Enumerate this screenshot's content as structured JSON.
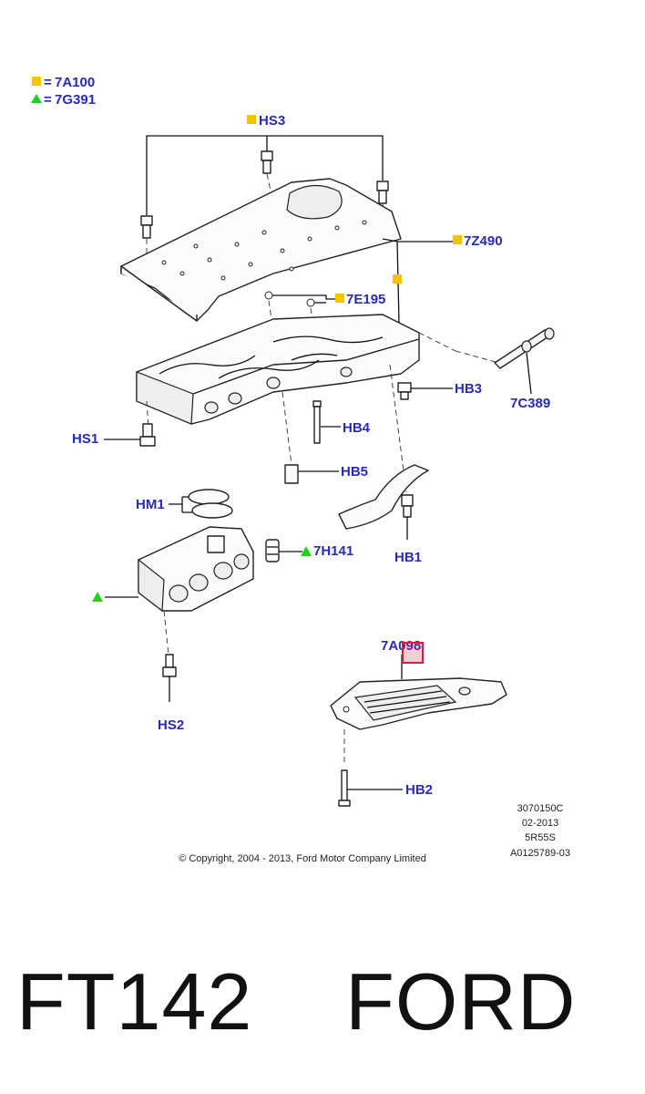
{
  "legend": {
    "square_code": "7A100",
    "triangle_code": "7G391",
    "eq": "="
  },
  "labels": {
    "hs3": "HS3",
    "z490": "7Z490",
    "e195": "7E195",
    "hs1": "HS1",
    "hb4": "HB4",
    "hb3": "HB3",
    "c389": "7C389",
    "hb5": "HB5",
    "hm1": "HM1",
    "h141": "7H141",
    "hb1": "HB1",
    "a098": "7A098",
    "hs2": "HS2",
    "hb2": "HB2"
  },
  "ref": {
    "line1": "3070150C",
    "line2": "02-2013",
    "line3": "5R55S",
    "line4": "A0125789-03"
  },
  "copyright": "© Copyright, 2004 - 2013, Ford Motor Company Limited",
  "footer": {
    "part_number": "FT142",
    "brand": "FORD"
  },
  "colors": {
    "label_blue": "#2a2ab8",
    "square_yellow": "#f5c400",
    "triangle_green": "#1fd01f",
    "highlight_red": "#d81e3a"
  }
}
